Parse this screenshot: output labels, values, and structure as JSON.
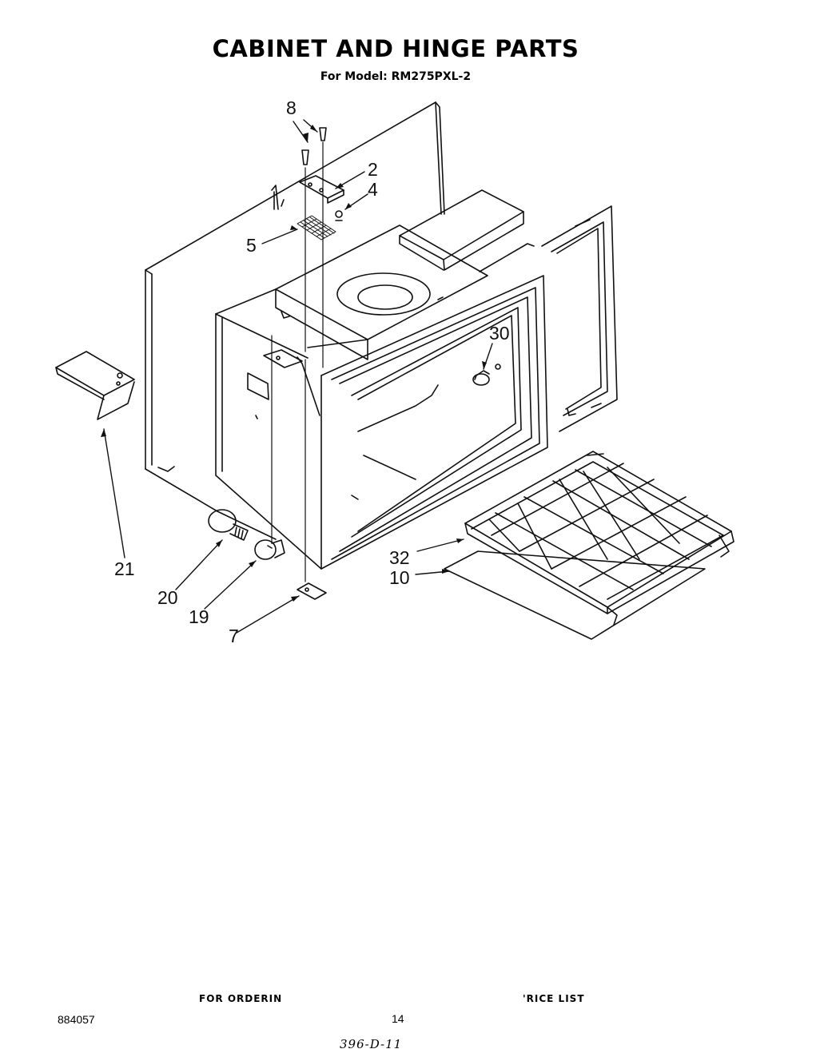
{
  "header": {
    "title": "CABINET AND HINGE PARTS",
    "subtitle": "For Model: RM275PXL-2"
  },
  "callouts": {
    "p8": "8",
    "p2": "2",
    "p4": "4",
    "p5": "5",
    "p30": "30",
    "p21": "21",
    "p32": "32",
    "p10": "10",
    "p20": "20",
    "p19": "19",
    "p7": "7"
  },
  "footer": {
    "ordering": "FOR ORDERIN",
    "price_list": "'RICE LIST",
    "doc_number": "884057",
    "page_number": "14",
    "handwritten_code": "396-D-11"
  }
}
